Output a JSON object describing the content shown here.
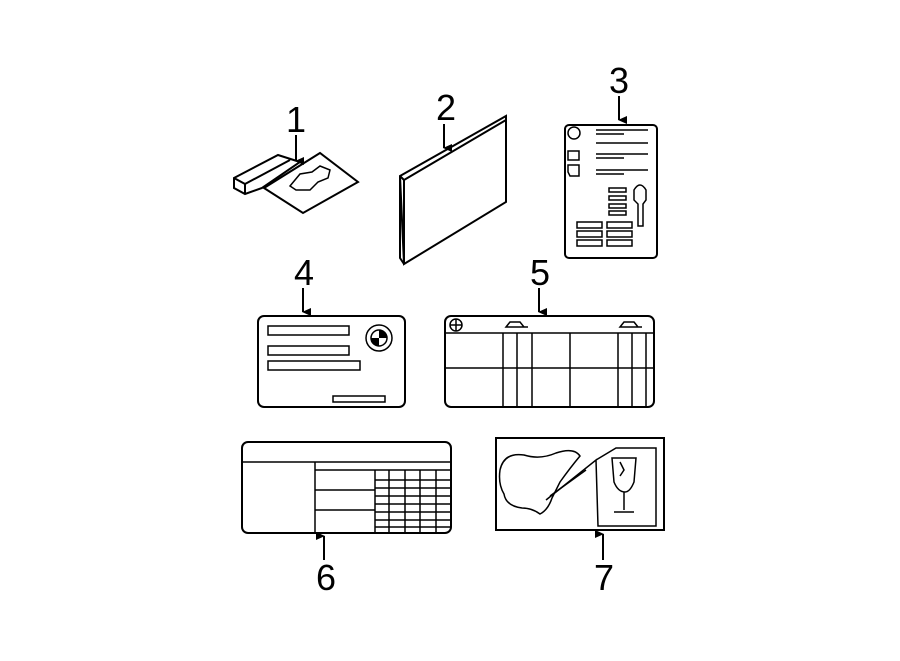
{
  "diagram": {
    "callouts": [
      {
        "id": "1",
        "label": "1"
      },
      {
        "id": "2",
        "label": "2"
      },
      {
        "id": "3",
        "label": "3"
      },
      {
        "id": "4",
        "label": "4"
      },
      {
        "id": "5",
        "label": "5"
      },
      {
        "id": "6",
        "label": "6"
      },
      {
        "id": "7",
        "label": "7"
      }
    ],
    "line_color": "#000000",
    "background": "#ffffff"
  }
}
